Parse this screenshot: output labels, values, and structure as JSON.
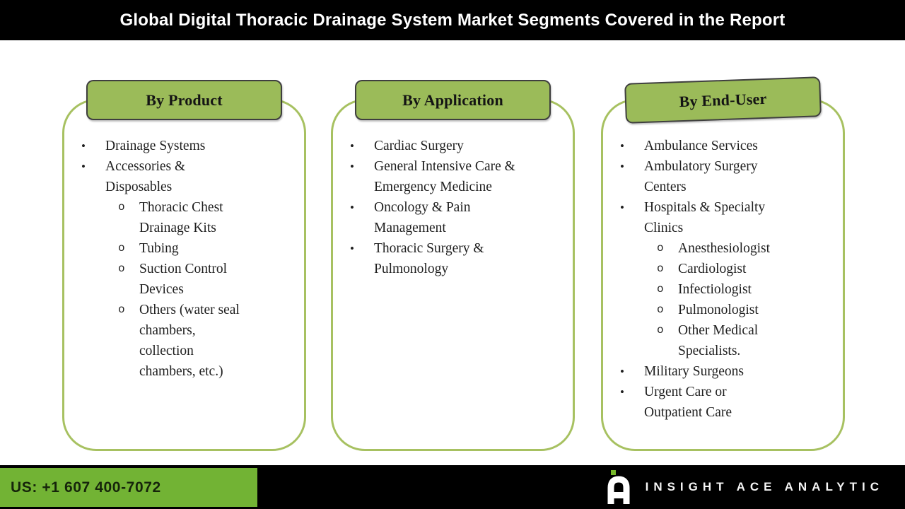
{
  "title": "Global Digital Thoracic Drainage System Market Segments Covered in the Report",
  "markers": {
    "level1": "•",
    "level2": "o"
  },
  "colors": {
    "bar_black": "#000000",
    "title_text": "#ffffff",
    "tab_green": "#9bbb59",
    "outline_green": "#a7c161",
    "footer_green": "#72b334",
    "logo_accent_green": "#76b82a",
    "body_text": "#1f1f1f"
  },
  "columns": [
    {
      "header": "By Product",
      "items": [
        {
          "text": "Drainage Systems"
        },
        {
          "text": "Accessories &\nDisposables",
          "sub": [
            "Thoracic Chest\nDrainage Kits",
            "Tubing",
            "Suction Control\nDevices",
            "Others (water seal\nchambers,\ncollection\nchambers, etc.)"
          ]
        }
      ]
    },
    {
      "header": "By Application",
      "items": [
        {
          "text": "Cardiac Surgery"
        },
        {
          "text": "General Intensive Care &\nEmergency Medicine"
        },
        {
          "text": "Oncology & Pain\nManagement"
        },
        {
          "text": "Thoracic Surgery &\nPulmonology"
        }
      ]
    },
    {
      "header": "By End-User",
      "items": [
        {
          "text": "Ambulance Services"
        },
        {
          "text": "Ambulatory Surgery\nCenters"
        },
        {
          "text": "Hospitals & Specialty\nClinics",
          "sub": [
            "Anesthesiologist",
            "Cardiologist",
            "Infectiologist",
            "Pulmonologist",
            "Other Medical\nSpecialists."
          ]
        },
        {
          "text": "Military Surgeons"
        },
        {
          "text": "Urgent Care or\nOutpatient Care"
        }
      ]
    }
  ],
  "footer": {
    "phone": "US: +1 607 400-7072",
    "brand": "INSIGHT ACE ANALYTIC"
  }
}
